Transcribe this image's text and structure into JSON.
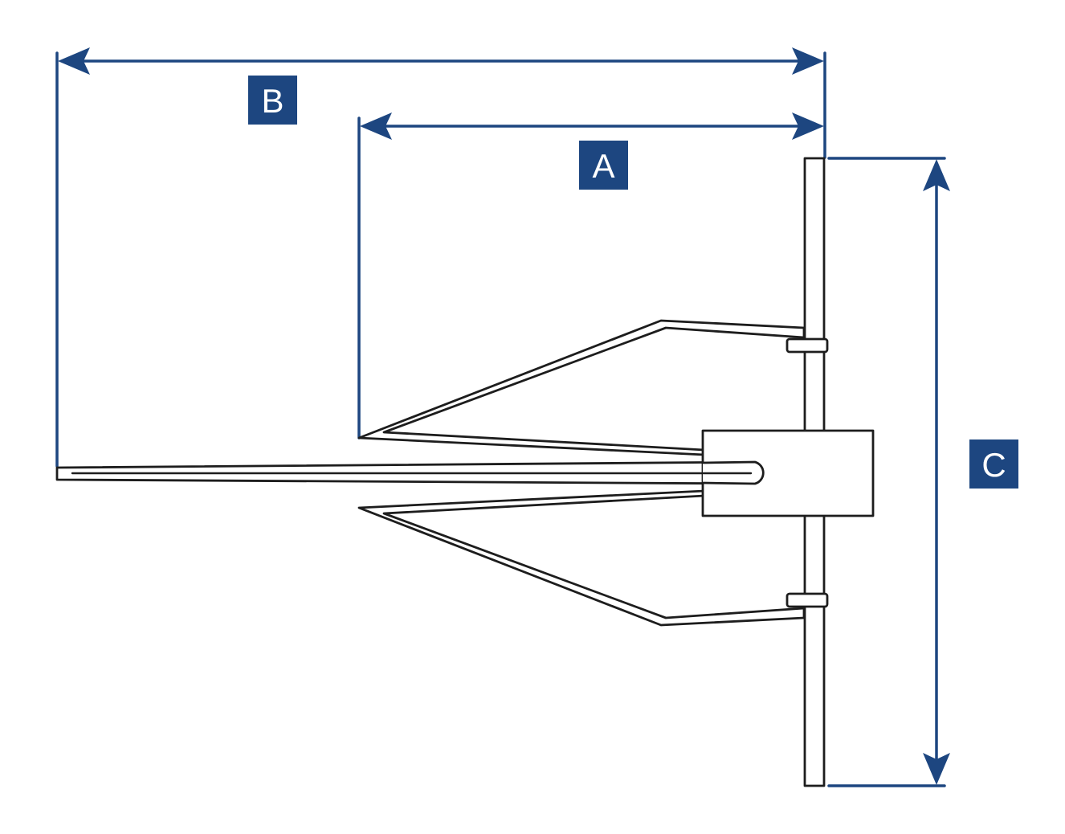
{
  "dimensions": {
    "a": {
      "label": "A",
      "color": "#1d4680"
    },
    "b": {
      "label": "B",
      "color": "#1d4680"
    },
    "c": {
      "label": "C",
      "color": "#1d4680"
    }
  },
  "drawing": {
    "line_color": "#1d1d1d"
  }
}
